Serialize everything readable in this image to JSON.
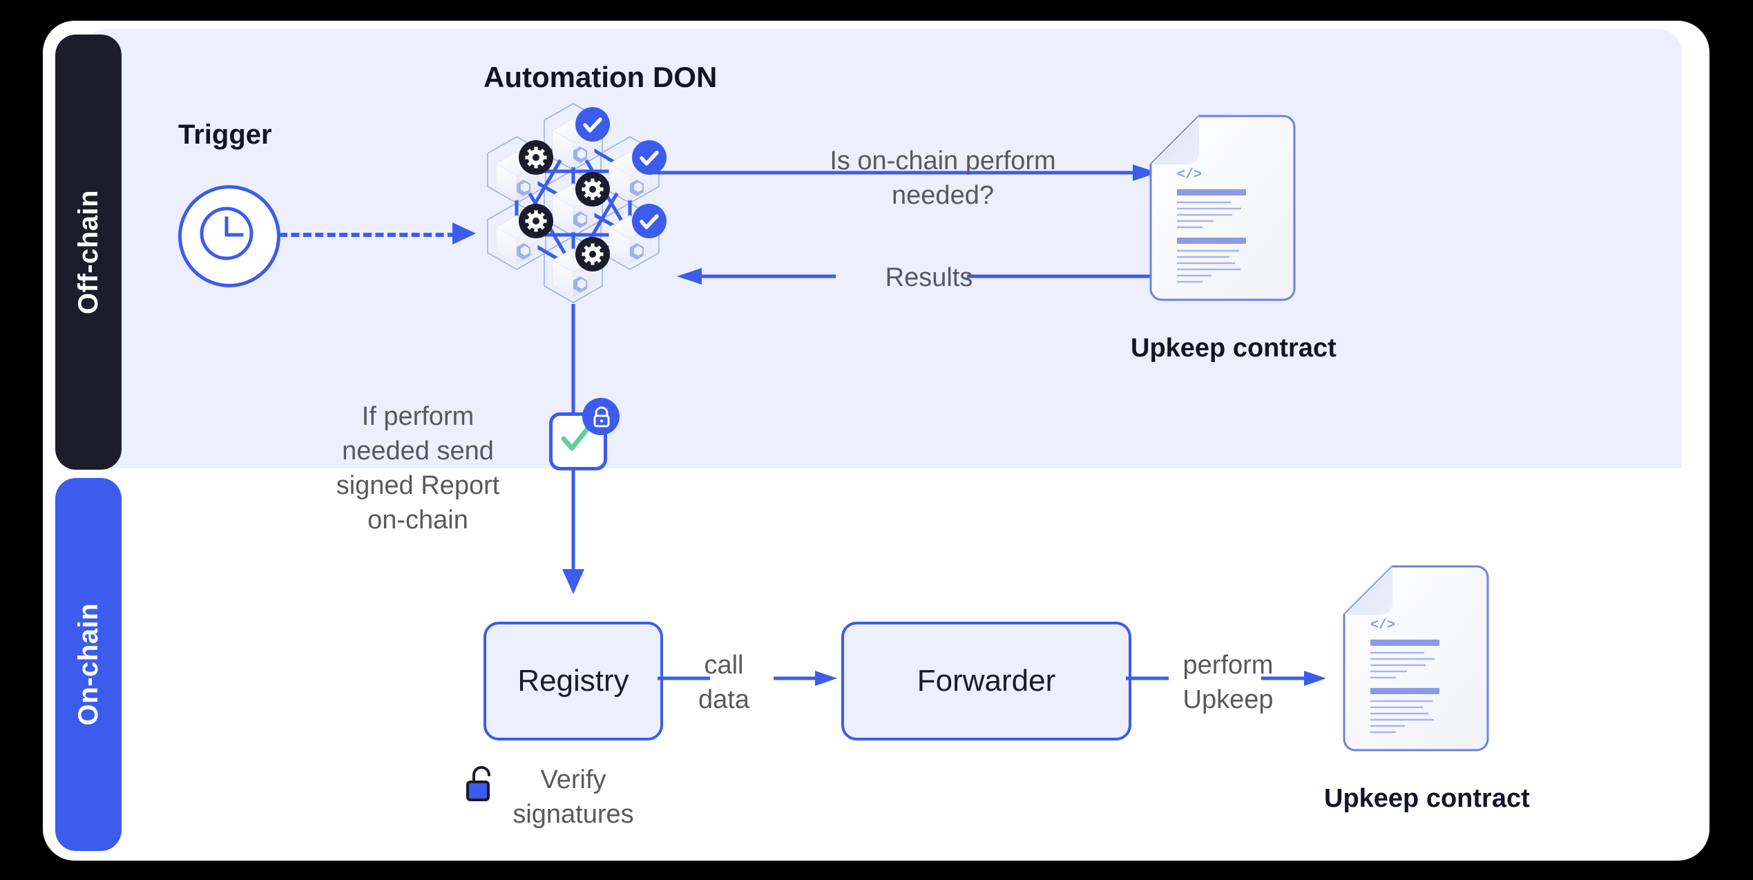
{
  "diagram": {
    "title": "Chainlink Automation architecture",
    "colors": {
      "background": "#000000",
      "card": "#ffffff",
      "offchain_panel": "#eceffd",
      "offchain_bar": "#1c1c2b",
      "onchain_bar": "#3b5ced",
      "accent_blue": "#3b5ced",
      "node_gear": "#1c1c2b",
      "check_green": "#5fcf9b",
      "label_gray": "#58595c",
      "doc_line": "#8d9ae6"
    }
  },
  "lanes": [
    {
      "id": "offchain",
      "label": "Off-chain"
    },
    {
      "id": "onchain",
      "label": "On-chain"
    }
  ],
  "offchain": {
    "don_title": "Automation DON",
    "trigger_label": "Trigger",
    "trigger_icon": "clock-icon",
    "don_nodes": [
      {
        "id": "node-top",
        "badge": "check"
      },
      {
        "id": "node-left-upper",
        "badge": "gear"
      },
      {
        "id": "node-right-upper",
        "badge": "check"
      },
      {
        "id": "node-center",
        "badge": "gear"
      },
      {
        "id": "node-left-lower",
        "badge": "gear"
      },
      {
        "id": "node-right-lower",
        "badge": "check"
      },
      {
        "id": "node-bottom",
        "badge": "gear"
      }
    ],
    "query_label": "Is on-chain perform\nneeded?",
    "results_label": "Results",
    "upkeep_contract_label": "Upkeep contract",
    "send_report_label": "If perform\nneeded send\nsigned Report\non-chain",
    "signed_report_icon": "signed-report-icon",
    "lock_icon": "lock-icon"
  },
  "onchain": {
    "registry_label": "Registry",
    "forwarder_label": "Forwarder",
    "call_data_label": "call\ndata",
    "perform_upkeep_label": "perform\nUpkeep",
    "verify_signatures_label": "Verify\nsignatures",
    "unlock_icon": "unlock-icon",
    "upkeep_contract_label": "Upkeep contract"
  },
  "doc_icon": {
    "name": "code-document-icon",
    "code_glyph": "</>"
  }
}
